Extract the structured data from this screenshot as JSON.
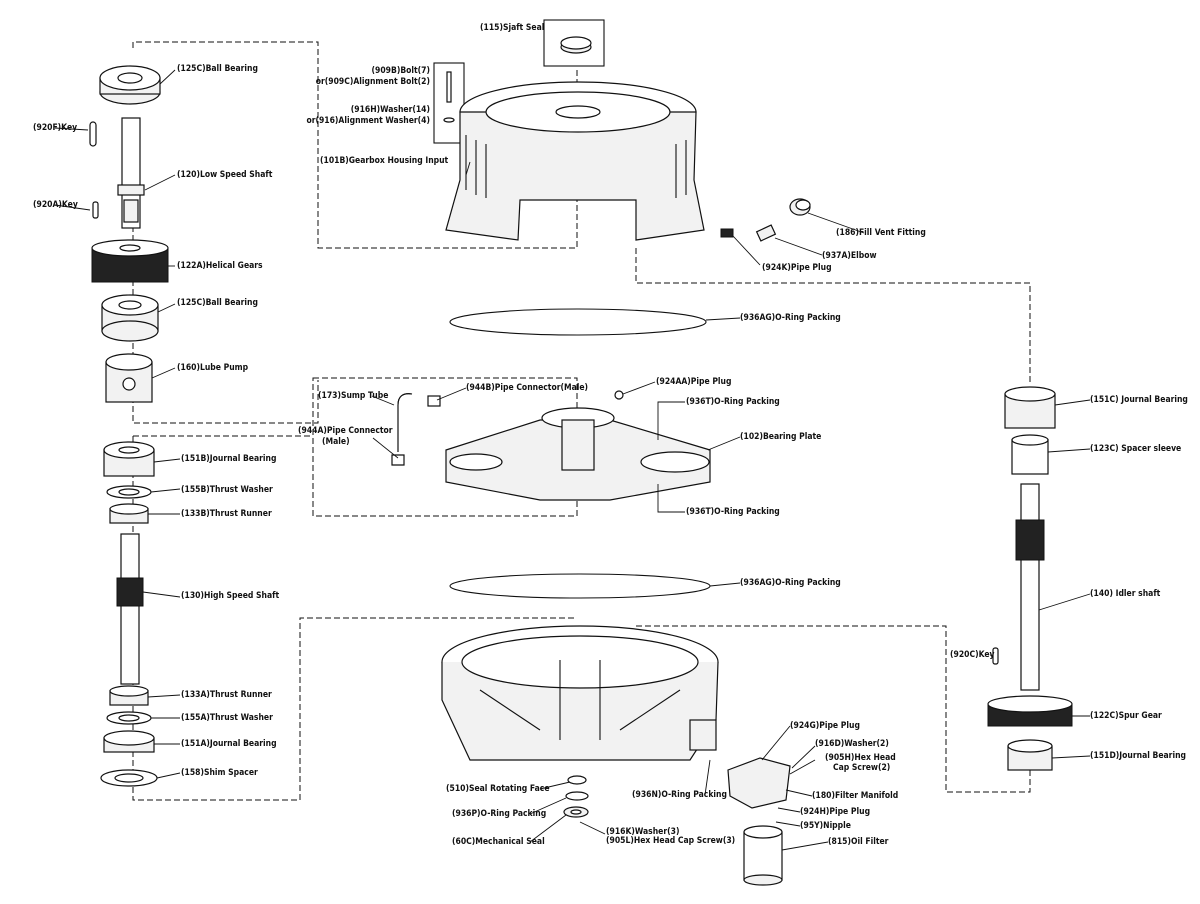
{
  "labels": {
    "shaft_seal": "(115)Sjaft Seal",
    "ball_bearing_top": "(125C)Ball Bearing",
    "key_920f": "(920F)Key",
    "low_speed_shaft": "(120)Low Speed Shaft",
    "key_920a": "(920A)Key",
    "helical_gears": "(122A)Helical Gears",
    "ball_bearing_mid": "(125C)Ball Bearing",
    "lube_pump": "(160)Lube Pump",
    "journal_bearing_151b": "(151B)Journal Bearing",
    "thrust_washer_155b": "(155B)Thrust Washer",
    "thrust_runner_133b": "(133B)Thrust Runner",
    "high_speed_shaft": "(130)High Speed Shaft",
    "thrust_runner_133a": "(133A)Thrust Runner",
    "thrust_washer_155a": "(155A)Thrust Washer",
    "journal_bearing_151a": "(151A)Journal Bearing",
    "shim_spacer": "(158)Shim Spacer",
    "bolt_line1": "(909B)Bolt(7)",
    "bolt_line2": "or(909C)Alignment Bolt(2)",
    "washer_line1": "(916H)Washer(14)",
    "washer_line2": "or(916)Alignment Washer(4)",
    "gearbox_housing": "(101B)Gearbox Housing Input",
    "fill_vent": "(186)Fill Vent Fitting",
    "elbow": "(937A)Elbow",
    "pipe_plug_924k": "(924K)Pipe Plug",
    "oring_936ag_top": "(936AG)O-Ring Packing",
    "sump_tube": "(173)Sump Tube",
    "pipe_conn_944b": "(944B)Pipe Connector(Male)",
    "pipe_conn_944a_1": "(944A)Pipe Connector",
    "pipe_conn_944a_2": "(Male)",
    "pipe_plug_924aa": "(924AA)Pipe Plug",
    "oring_936t_top": "(936T)O-Ring Packing",
    "bearing_plate": "(102)Bearing Plate",
    "oring_936t_bot": "(936T)O-Ring Packing",
    "oring_936ag_bot": "(936AG)O-Ring Packing",
    "journal_bearing_151c": "(151C) Journal Bearing",
    "spacer_sleeve": "(123C) Spacer sleeve",
    "idler_shaft": "(140)  Idler shaft",
    "key_920c": "(920C)Key",
    "spur_gear": "(122C)Spur Gear",
    "journal_bearing_151d": "(151D)Journal Bearing",
    "pipe_plug_924g": "(924G)Pipe Plug",
    "washer_916d": "(916D)Washer(2)",
    "hex_screw_905h_1": "(905H)Hex Head",
    "hex_screw_905h_2": "Cap Screw(2)",
    "filter_manifold": "(180)Filter Manifold",
    "pipe_plug_924h": "(924H)Pipe Plug",
    "nipple": "(95Y)Nipple",
    "oil_filter": "(815)Oil Filter",
    "oring_936n": "(936N)O-Ring Packing",
    "seal_rotating_face": "(510)Seal Rotating Face",
    "oring_936p": "(936P)O-Ring Packing",
    "mechanical_seal": "(60C)Mechanical Seal",
    "washer_916k": "(916K)Washer(3)",
    "hex_screw_905l": "(905L)Hex Head Cap Screw(3)"
  }
}
